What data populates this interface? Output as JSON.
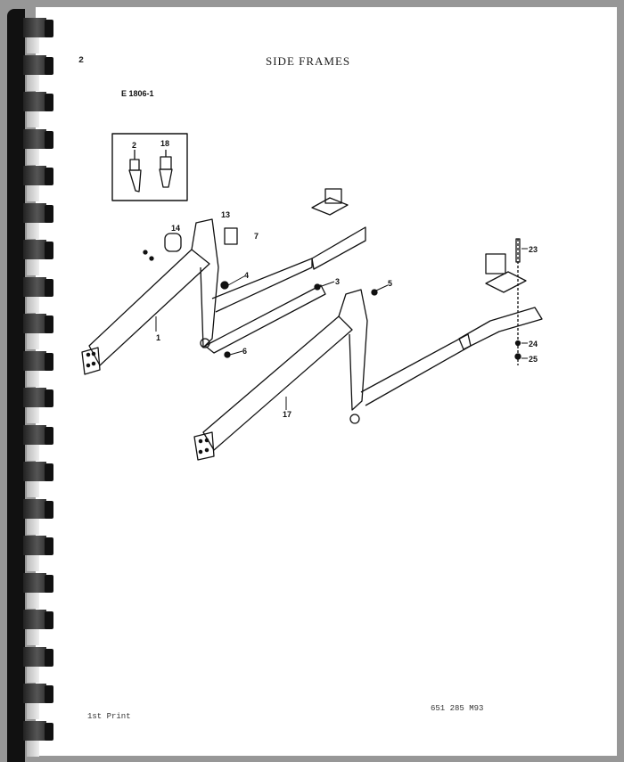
{
  "page": {
    "page_number": "2",
    "title": "SIDE FRAMES",
    "figure_code": "E 1806-1",
    "footer_left": "1st Print",
    "footer_right": "651 285 M93"
  },
  "diagram": {
    "inset_labels": [
      "2",
      "18"
    ],
    "callouts": [
      "1",
      "3",
      "4",
      "5",
      "6",
      "7",
      "13",
      "14",
      "17",
      "23",
      "24",
      "25"
    ]
  },
  "colors": {
    "background": "#979797",
    "paper": "#ffffff",
    "ink": "#111111",
    "binding": "#111111"
  }
}
